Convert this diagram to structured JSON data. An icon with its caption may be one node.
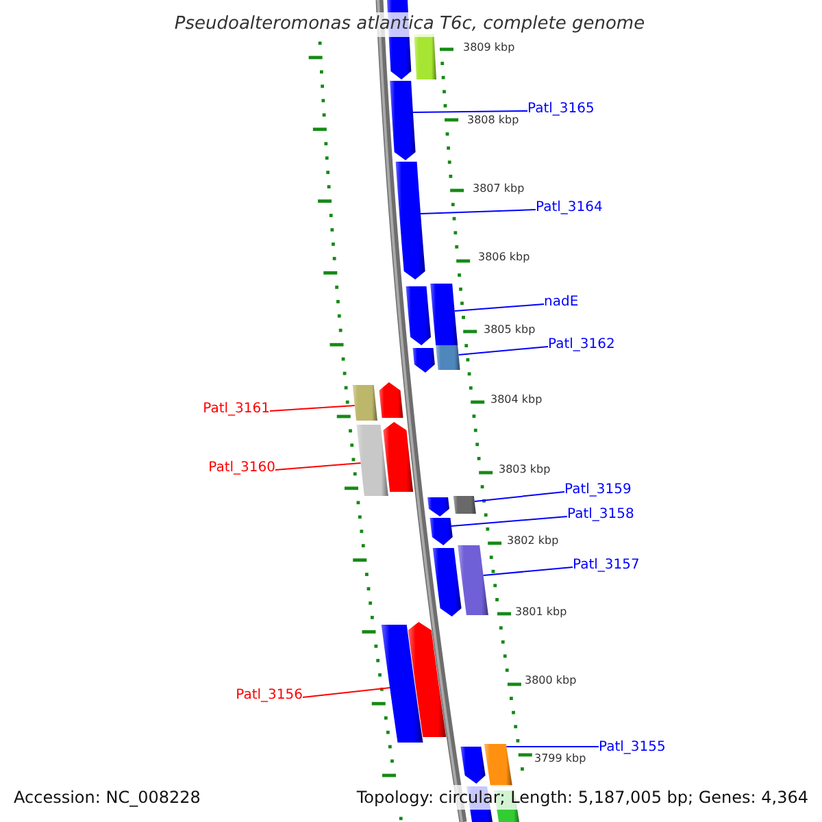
{
  "diagram": {
    "title": "Pseudoalteromonas atlantica T6c, complete genome",
    "nodes": [
      {
        "text": [
          "Patl_3165"
        ]
      },
      {
        "text": [
          "Patl_3164"
        ]
      },
      {
        "text": [
          "nadE"
        ]
      },
      {
        "text": [
          "Patl_3162"
        ]
      },
      {
        "text": [
          "Patl_3161"
        ]
      },
      {
        "text": [
          "Patl_3160"
        ]
      },
      {
        "text": [
          "Patl_3159"
        ]
      },
      {
        "text": [
          "Patl_3158"
        ]
      },
      {
        "text": [
          "Patl_3157"
        ]
      },
      {
        "text": [
          "Patl_3156"
        ]
      },
      {
        "text": [
          "Patl_3155"
        ]
      },
      {
        "text": [],
        "shape": "pentagon"
      },
      {
        "text": [],
        "shape": "bar"
      },
      {
        "text": [],
        "shape": "pentagon"
      },
      {
        "text": [],
        "shape": "pentagon"
      },
      {
        "text": [],
        "shape": "pentagon"
      },
      {
        "text": [],
        "shape": "bar"
      },
      {
        "text": [],
        "shape": "pentagon"
      },
      {
        "text": [],
        "shape": "bar"
      },
      {
        "text": [],
        "shape": "bar"
      },
      {
        "text": [],
        "shape": "pentagon"
      },
      {
        "text": [],
        "shape": "bar"
      },
      {
        "text": [],
        "shape": "pentagon"
      },
      {
        "text": [],
        "shape": "pentagon"
      },
      {
        "text": [],
        "shape": "bar"
      },
      {
        "text": [],
        "shape": "pentagon"
      },
      {
        "text": [],
        "shape": "pentagon"
      },
      {
        "text": [],
        "shape": "bar"
      },
      {
        "text": [],
        "shape": "bar"
      },
      {
        "text": [],
        "shape": "pentagon"
      },
      {
        "text": [],
        "shape": "pentagon"
      },
      {
        "text": [],
        "shape": "bar"
      },
      {
        "text": [],
        "shape": "bar"
      },
      {
        "text": [],
        "shape": "bar"
      }
    ],
    "edges": [
      {
        "from": 0,
        "to": 13,
        "arrow": "none"
      },
      {
        "from": 1,
        "to": 14,
        "arrow": "none"
      },
      {
        "from": 2,
        "to": 16,
        "arrow": "none"
      },
      {
        "from": 3,
        "to": 18,
        "arrow": "none"
      },
      {
        "from": 4,
        "to": 19,
        "arrow": "none",
        "color": "#ff0000"
      },
      {
        "from": 5,
        "to": 21,
        "arrow": "none",
        "color": "#ff0000"
      },
      {
        "from": 6,
        "to": 24,
        "arrow": "none"
      },
      {
        "from": 7,
        "to": 25,
        "arrow": "none"
      },
      {
        "from": 8,
        "to": 27,
        "arrow": "none"
      },
      {
        "from": 9,
        "to": 28,
        "arrow": "none",
        "color": "#ff0000"
      },
      {
        "from": 10,
        "to": 31,
        "arrow": "none"
      }
    ],
    "labels": [
      "3809 kbp",
      "3808 kbp",
      "3807 kbp",
      "3806 kbp",
      "3805 kbp",
      "3804 kbp",
      "3803 kbp",
      "3802 kbp",
      "3801 kbp",
      "3800 kbp",
      "3799 kbp",
      "Accession: NC_008228",
      "Topology: circular; Length: 5,187,005 bp; Genes: 4,364"
    ]
  }
}
